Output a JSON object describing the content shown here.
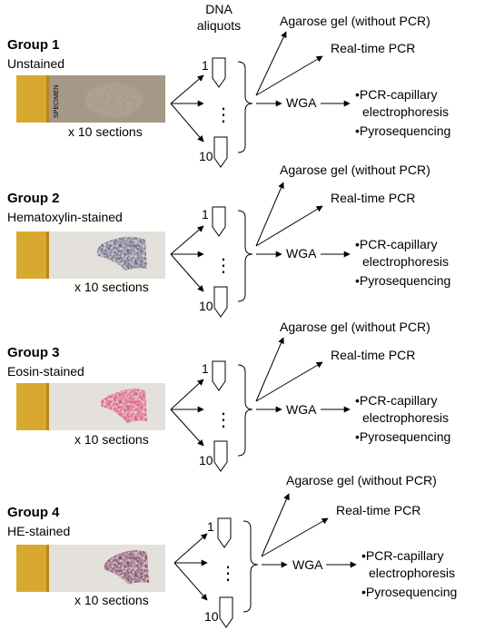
{
  "header": {
    "line1": "DNA",
    "line2": "aliquots"
  },
  "colors": {
    "slide_label": "#d8a92e",
    "slide_label_dark": "#b8861c",
    "unstained_slide": "#a59886",
    "stained_slide": "#e4e1dc",
    "hematoxylin": "#4a4570",
    "eosin": "#e0306a",
    "he": "#6a2148"
  },
  "groups": [
    {
      "title": "Group 1",
      "subtitle": "Unstained",
      "slide_label_text": "SPECIMEN",
      "sections": "x 10 sections",
      "tube_first": "1",
      "tube_last": "10",
      "dots": "⋮",
      "out_gel": "Agarose gel (without PCR)",
      "out_rt": "Real-time PCR",
      "wga": "WGA",
      "bullet1_line1": "•PCR-capillary",
      "bullet1_line2": "electrophoresis",
      "bullet2": "•Pyrosequencing"
    },
    {
      "title": "Group 2",
      "subtitle": "Hematoxylin-stained",
      "sections": "x 10 sections",
      "tube_first": "1",
      "tube_last": "10",
      "dots": "⋮",
      "out_gel": "Agarose gel (without PCR)",
      "out_rt": "Real-time PCR",
      "wga": "WGA",
      "bullet1_line1": "•PCR-capillary",
      "bullet1_line2": "electrophoresis",
      "bullet2": "•Pyrosequencing"
    },
    {
      "title": "Group 3",
      "subtitle": "Eosin-stained",
      "sections": "x 10 sections",
      "tube_first": "1",
      "tube_last": "10",
      "dots": "⋮",
      "out_gel": "Agarose gel (without PCR)",
      "out_rt": "Real-time PCR",
      "wga": "WGA",
      "bullet1_line1": "•PCR-capillary",
      "bullet1_line2": "electrophoresis",
      "bullet2": "•Pyrosequencing"
    },
    {
      "title": "Group 4",
      "subtitle": "HE-stained",
      "sections": "x 10 sections",
      "tube_first": "1",
      "tube_last": "10",
      "dots": "⋮",
      "out_gel": "Agarose gel (without PCR)",
      "out_rt": "Real-time PCR",
      "wga": "WGA",
      "bullet1_line1": "•PCR-capillary",
      "bullet1_line2": "electrophoresis",
      "bullet2": "•Pyrosequencing"
    }
  ]
}
